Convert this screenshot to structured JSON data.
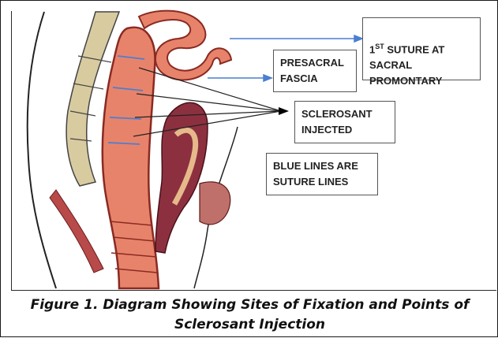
{
  "labels": {
    "suture_prefix": "1",
    "suture_sup": "ST",
    "suture_rest": " SUTURE AT\nSACRAL\nPROMONTARY",
    "presacral": "PRESACRAL\nFASCIA",
    "sclerosant": "SCLEROSANT\nINJECTED",
    "blue_lines": "BLUE LINES ARE\nSUTURE LINES"
  },
  "caption": {
    "line1": "Figure 1. Diagram Showing Sites of Fixation and Points of",
    "line2": "Sclerosant Injection"
  },
  "colors": {
    "rectum": "#e8836b",
    "rectum_stroke": "#8a2a22",
    "uterus": "#8c3040",
    "uterus_inner": "#e6b98a",
    "sacrum": "#d8cba0",
    "suture_line": "#4a7fd0",
    "pointer": "#000000"
  }
}
